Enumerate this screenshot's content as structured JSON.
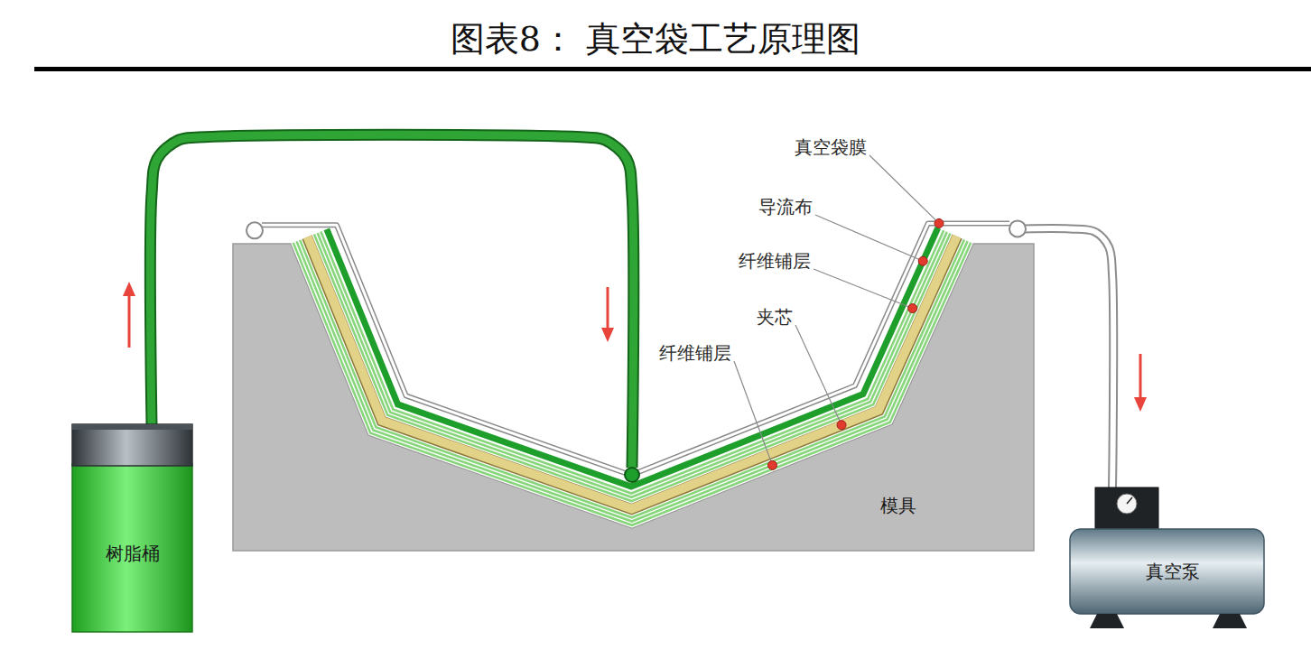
{
  "diagram": {
    "title": "图表8： 真空袋工艺原理图",
    "nodes": [
      {
        "text": [
          "树脂桶"
        ]
      },
      {
        "text": [
          "模具"
        ]
      },
      {
        "text": [
          "真空泵"
        ]
      }
    ],
    "edges": [
      {
        "from": 0,
        "to": 1,
        "arrow": "none"
      },
      {
        "from": 1,
        "to": 2,
        "arrow": "none"
      }
    ],
    "labels": [
      "真空袋膜",
      "导流布",
      "纤维铺层",
      "夹芯",
      "纤维铺层"
    ]
  }
}
